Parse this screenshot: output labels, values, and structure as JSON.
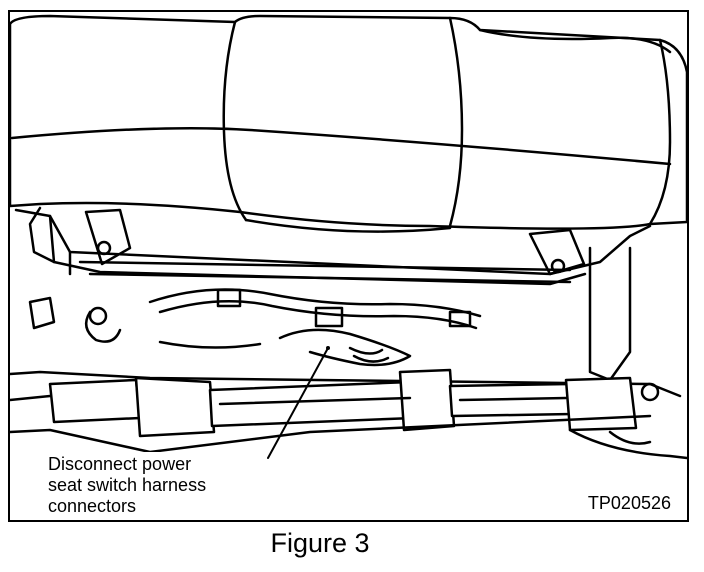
{
  "callout": {
    "line1": "Disconnect power",
    "line2": "seat switch harness",
    "line3": "connectors"
  },
  "reference_code": "TP020526",
  "caption": "Figure 3"
}
